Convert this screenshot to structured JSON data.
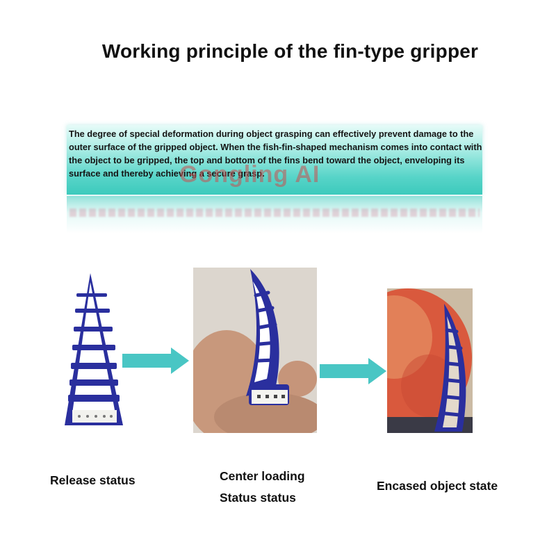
{
  "title": "Working principle of the fin-type gripper",
  "description": "The degree of special deformation during object grasping can effectively prevent damage to the outer surface of the gripped object. When the fish-fin-shaped mechanism comes into contact with the object to be gripped, the top and bottom of the fins bend toward the object, enveloping its surface and thereby achieving a secure grasp.",
  "watermark": "Gongling AI",
  "states": [
    {
      "label": "Release status"
    },
    {
      "label_line1": "Center loading",
      "label_line2": "Status status"
    },
    {
      "label": "Encased object state"
    }
  ],
  "colors": {
    "gripper_blue": "#2a2f9e",
    "arrow_teal": "#49c6c4",
    "box_teal": "#3ccabc",
    "apple_red": "#d9593d"
  }
}
